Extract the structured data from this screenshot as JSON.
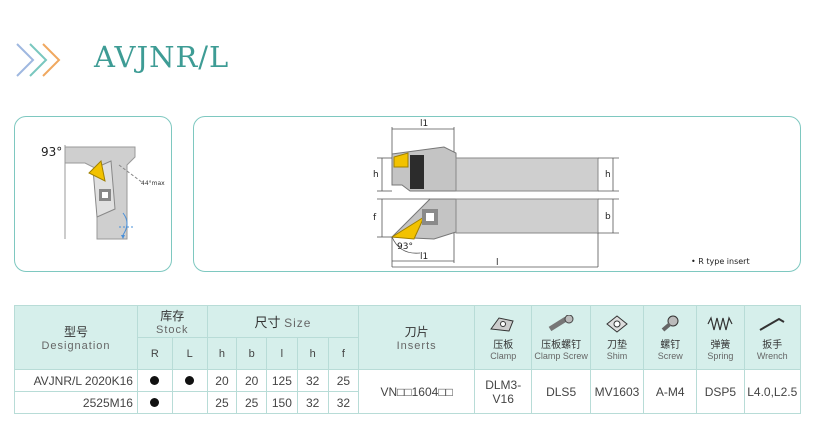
{
  "page": {
    "title": "AVJNR/L",
    "accent_color": "#3e9c95",
    "border_color": "#7ec8c0"
  },
  "left_diagram": {
    "angle_label": "93°",
    "max_angle_label": "44°max"
  },
  "right_diagram": {
    "top_length_label": "l1",
    "top_h_label_left": "h",
    "top_h_label_right": "h",
    "bottom_f_label": "f",
    "bottom_b_label": "b",
    "bottom_angle_label": "93°",
    "bottom_l1_label": "l1",
    "bottom_l_label": "l",
    "note": "• R type insert"
  },
  "table": {
    "designation_cn": "型号",
    "designation_en": "Designation",
    "stock_cn": "库存",
    "stock_en": "Stock",
    "stock_r": "R",
    "stock_l": "L",
    "size_cn": "尺寸",
    "size_en": "Size",
    "size_cols": [
      "h",
      "b",
      "l",
      "h",
      "f"
    ],
    "inserts_cn": "刀片",
    "inserts_en": "Inserts",
    "clamp_cn": "压板",
    "clamp_en": "Clamp",
    "clamp_screw_cn": "压板螺钉",
    "clamp_screw_en": "Clamp Screw",
    "shim_cn": "刀垫",
    "shim_en": "Shim",
    "screw_cn": "螺钉",
    "screw_en": "Screw",
    "spring_cn": "弹簧",
    "spring_en": "Spring",
    "wrench_cn": "扳手",
    "wrench_en": "Wrench",
    "rows": [
      {
        "model": "AVJNR/L 2020K16",
        "r_stock": true,
        "l_stock": true,
        "h": "20",
        "b": "20",
        "l": "125",
        "h2": "32",
        "f": "25"
      },
      {
        "model": "2525M16",
        "r_stock": true,
        "l_stock": false,
        "h": "25",
        "b": "25",
        "l": "150",
        "h2": "32",
        "f": "32"
      }
    ],
    "shared": {
      "insert": "VN□□1604□□",
      "clamp": "DLM3-V16",
      "clamp_screw": "DLS5",
      "shim": "MV1603",
      "screw": "A-M4",
      "spring": "DSP5",
      "wrench": "L4.0,L2.5"
    }
  }
}
